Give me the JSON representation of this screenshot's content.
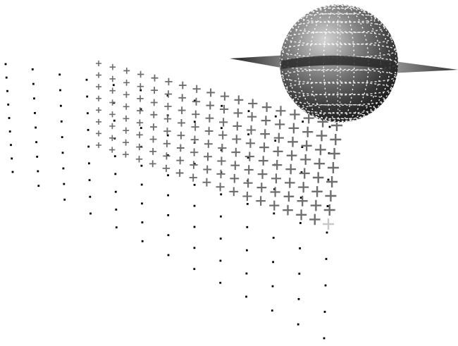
{
  "scene": {
    "background_color": "#ffffff",
    "dot_grid": {
      "mark": "dot",
      "color": "#000000",
      "rows": 9,
      "columns": 13
    },
    "plus_grid": {
      "mark": "plus",
      "color": "#6e6e6e",
      "highlight_color": "#c8c8c8",
      "rows": 8,
      "columns": 18
    },
    "sphere": {
      "shading": "#7a7a7a",
      "highlight": "#cfcfcf",
      "dark": "#1a1a1a",
      "mesh_color": "#ffffff",
      "ring_color": "#555555"
    }
  }
}
